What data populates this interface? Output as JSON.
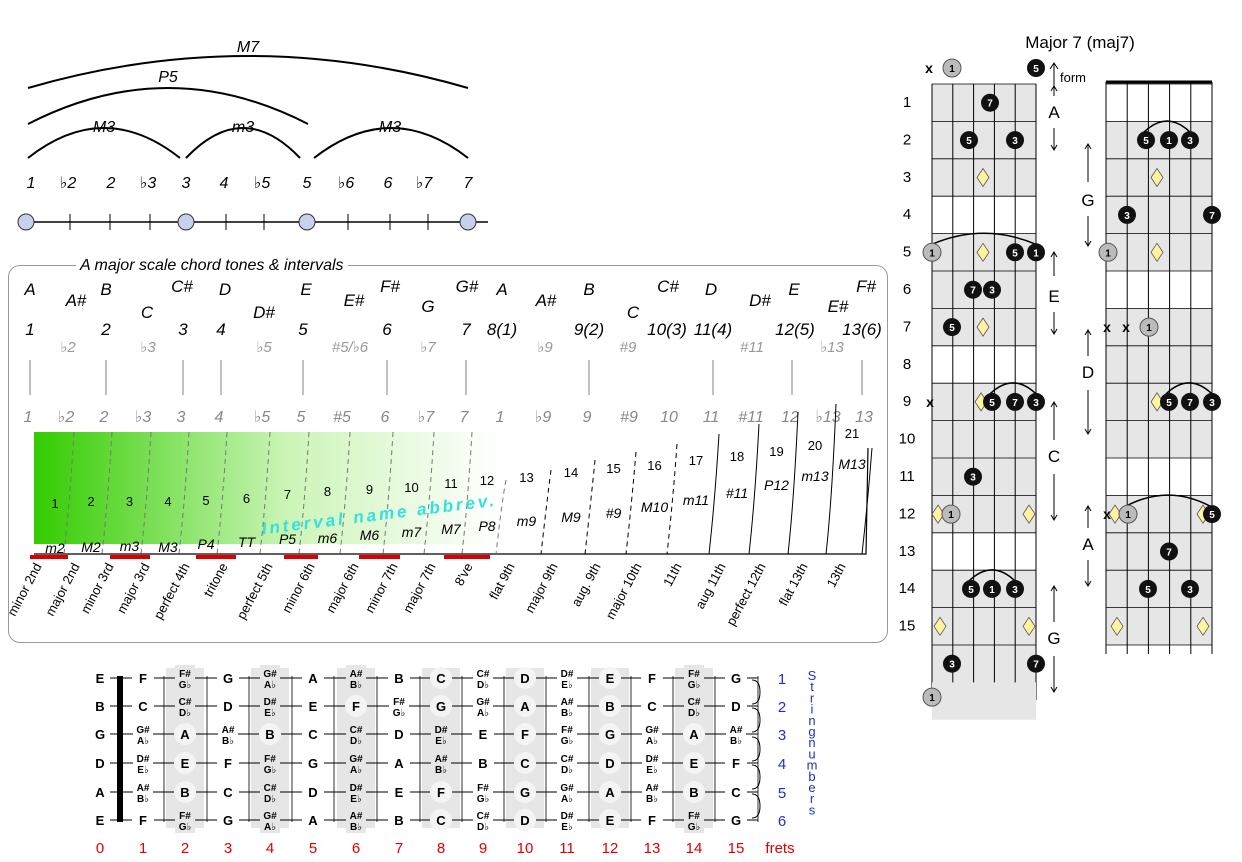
{
  "arc_diagram": {
    "arcs": [
      "M7",
      "P5",
      "M3",
      "m3",
      "M3"
    ],
    "degrees": [
      "1",
      "♭2",
      "2",
      "♭3",
      "3",
      "4",
      "♭5",
      "5",
      "♭6",
      "6",
      "♭7",
      "7"
    ]
  },
  "interval_panel": {
    "title": "A major scale chord tones & intervals",
    "note_names": [
      "A",
      "A#",
      "B",
      "C",
      "C#",
      "D",
      "D#",
      "E",
      "E#",
      "F#",
      "G",
      "G#",
      "A",
      "A#",
      "B",
      "C",
      "C#",
      "D",
      "D#",
      "E",
      "E#",
      "F#"
    ],
    "degree_row": [
      "1",
      "♭2",
      "2",
      "♭3",
      "3",
      "4",
      "♭5",
      "5",
      "#5/♭6",
      "6",
      "♭7",
      "7",
      "8(1)",
      "♭9",
      "9(2)",
      "#9",
      "10(3)",
      "11(4)",
      "#11",
      "12(5)",
      "♭13",
      "13(6)"
    ],
    "degree_row_lower": [
      "1",
      "♭2",
      "2",
      "♭3",
      "3",
      "4",
      "♭5",
      "5",
      "#5",
      "6",
      "♭7",
      "7",
      "1",
      "♭9",
      "9",
      "#9",
      "10",
      "11",
      "#11",
      "12",
      "♭13",
      "13"
    ],
    "semitones": [
      "1",
      "2",
      "3",
      "4",
      "5",
      "6",
      "7",
      "8",
      "9",
      "10",
      "11",
      "12",
      "13",
      "14",
      "15",
      "16",
      "17",
      "18",
      "19",
      "20",
      "21"
    ],
    "abbreviations": [
      "m2",
      "M2",
      "m3",
      "M3",
      "P4",
      "TT",
      "P5",
      "m6",
      "M6",
      "m7",
      "M7",
      "P8",
      "m9",
      "M9",
      "#9",
      "M10",
      "m11",
      "#11",
      "P12",
      "m13",
      "M13"
    ],
    "abbrev_label": "Interval name abbrev.",
    "interval_names": [
      "minor 2nd",
      "major 2nd",
      "minor 3rd",
      "major 3rd",
      "perfect 4th",
      "tritone",
      "perfect 5th",
      "minor 6th",
      "major 6th",
      "minor 7th",
      "major 7th",
      "8've",
      "flat 9th",
      "major 9th",
      "aug. 9th",
      "major 10th",
      "11th",
      "aug 11th",
      "perfect 12th",
      "flat 13th",
      "13th"
    ]
  },
  "fretboard": {
    "open_strings": [
      "E",
      "B",
      "G",
      "D",
      "A",
      "E"
    ],
    "rows": [
      [
        "F",
        "F#G♭",
        "G",
        "G#A♭",
        "A",
        "A#B♭",
        "B",
        "C",
        "C#D♭",
        "D",
        "D#E♭",
        "E",
        "F",
        "F#G♭",
        "G"
      ],
      [
        "C",
        "C#D♭",
        "D",
        "D#E♭",
        "E",
        "F",
        "F#G♭",
        "G",
        "G#A♭",
        "A",
        "A#B♭",
        "B",
        "C",
        "C#D♭",
        "D"
      ],
      [
        "G#A♭",
        "A",
        "A#B♭",
        "B",
        "C",
        "C#D♭",
        "D",
        "D#E♭",
        "E",
        "F",
        "F#G♭",
        "G",
        "G#A♭",
        "A",
        "A#B♭"
      ],
      [
        "D#E♭",
        "E",
        "F",
        "F#G♭",
        "G",
        "G#A♭",
        "A",
        "A#B♭",
        "B",
        "C",
        "C#D♭",
        "D",
        "D#E♭",
        "E",
        "F"
      ],
      [
        "A#B♭",
        "B",
        "C",
        "C#D♭",
        "D",
        "D#E♭",
        "E",
        "F",
        "F#G♭",
        "G",
        "G#A♭",
        "A",
        "A#B♭",
        "B",
        "C"
      ],
      [
        "F",
        "F#G♭",
        "G",
        "G#A♭",
        "A",
        "A#B♭",
        "B",
        "C",
        "C#D♭",
        "D",
        "D#E♭",
        "E",
        "F",
        "F#G♭",
        "G"
      ]
    ],
    "string_numbers": [
      "1",
      "2",
      "3",
      "4",
      "5",
      "6"
    ],
    "string_numbers_label": "String numbers",
    "fret_numbers": [
      "0",
      "1",
      "2",
      "3",
      "4",
      "5",
      "6",
      "7",
      "8",
      "9",
      "10",
      "11",
      "12",
      "13",
      "14",
      "15"
    ],
    "frets_label": "frets"
  },
  "chord_chart": {
    "title": "Major 7 (maj7)",
    "form_label": "form",
    "mute_symbol": "x",
    "fret_labels": [
      "1",
      "2",
      "3",
      "4",
      "5",
      "6",
      "7",
      "8",
      "9",
      "10",
      "11",
      "12",
      "13",
      "14",
      "15"
    ],
    "forms": [
      "A",
      "E",
      "C",
      "G",
      "G",
      "D",
      "A"
    ],
    "dot_labels": {
      "root": "1",
      "third": "3",
      "fifth": "5",
      "seventh": "7"
    },
    "colors": {
      "dot": "#111111",
      "root_dot": "#bbbbbb",
      "diamond": "#fff3a0",
      "shade": "#e6e6e6",
      "green": "#33cc00",
      "red": "#dd0000",
      "blue": "#1a33cc",
      "abbrev_text": "#33e0e0",
      "fret_number": "#e00000"
    }
  }
}
